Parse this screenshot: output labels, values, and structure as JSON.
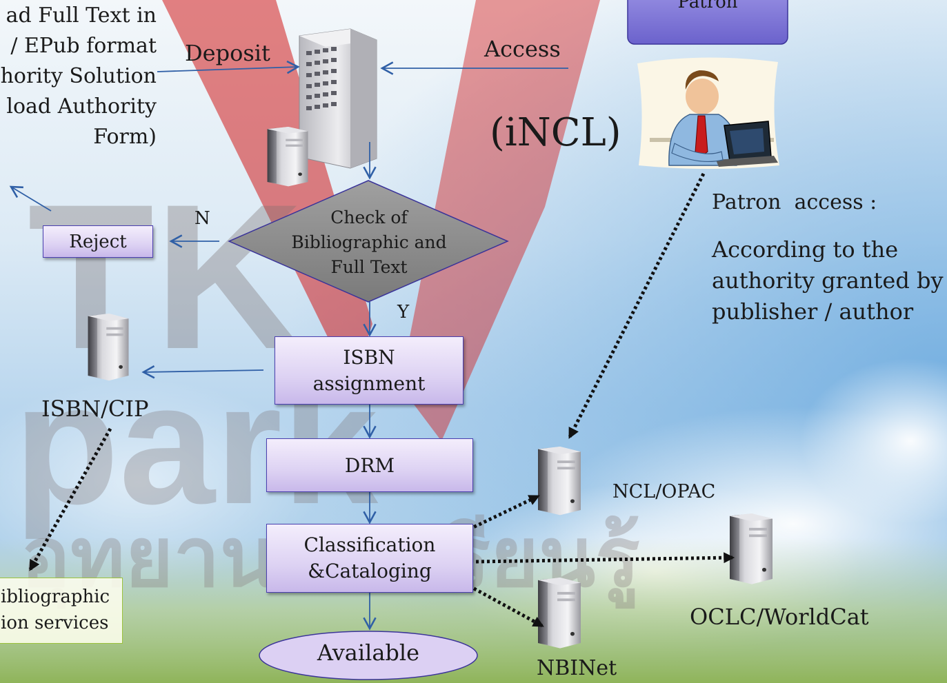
{
  "left_note_lines": [
    "ad Full Text in",
    "/ EPub format",
    "hority Solution",
    "load Authority",
    "Form)"
  ],
  "flow": {
    "deposit_label": "Deposit",
    "access_label": "Access",
    "check_lines": [
      "Check of",
      "Bibliographic and",
      "Full Text"
    ],
    "no_label": "N",
    "yes_label": "Y",
    "reject_label": "Reject",
    "isbn_lines": [
      "ISBN",
      "assignment"
    ],
    "drm_label": "DRM",
    "classification_lines": [
      "Classification",
      "&Cataloging"
    ],
    "available_label": "Available"
  },
  "isbn_cip_label": "ISBN/CIP",
  "bibliographic_lines": [
    "ibliographic",
    "ion services"
  ],
  "patron": {
    "box_label": "Patron",
    "incl_label": "(iNCL)",
    "access_heading": "Patron  access :",
    "access_lines": [
      "According to the",
      "authority granted by",
      "publisher / author"
    ]
  },
  "servers": {
    "ncl_opac_label": "NCL/OPAC",
    "oclc_label": "OCLC/WorldCat",
    "nbinet_label": "NBINet"
  },
  "watermark": {
    "text_lines": [
      "TK",
      "park"
    ],
    "thai_text": "อุทยานการเรียนรู้"
  },
  "colors": {
    "arrow": "#2f5fa6",
    "box_border": "#4a3fb0",
    "diamond_fill": "#8e8e8e",
    "patron_box": "#7d74d6",
    "watermark_red": "#d21e1e",
    "sky": "#7fb8e6"
  }
}
